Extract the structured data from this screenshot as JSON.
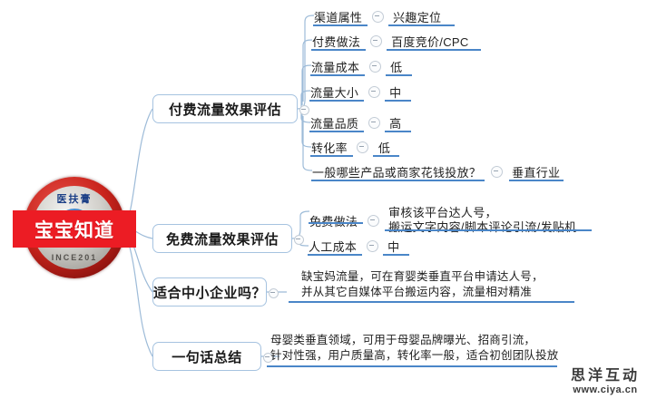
{
  "center": {
    "banner_label": "宝宝知道",
    "badge_top_text": "医扶膏",
    "badge_bottom_text": "INCE201",
    "banner_color": "#ec1c24"
  },
  "theme": {
    "branch_border": "#a6c3e0",
    "underline": "#4a86c8",
    "connector": "#9dbbd8",
    "text": "#1a1a1a"
  },
  "branches": [
    {
      "label": "付费流量效果评估",
      "leaves": [
        {
          "key": "渠道属性",
          "value": "兴趣定位"
        },
        {
          "key": "付费做法",
          "value": "百度竞价/CPC"
        },
        {
          "key": "流量成本",
          "value": "低"
        },
        {
          "key": "流量大小",
          "value": "中"
        },
        {
          "key": "流量品质",
          "value": "高"
        },
        {
          "key": "转化率",
          "value": "低"
        },
        {
          "key": "一般哪些产品或商家花钱投放？",
          "value": "垂直行业"
        }
      ]
    },
    {
      "label": "免费流量效果评估",
      "leaves": [
        {
          "key": "免费做法",
          "value": "审核该平台达人号，\n搬运文字内容/脚本评论引流/发贴机"
        },
        {
          "key": "人工成本",
          "value": "中"
        }
      ]
    },
    {
      "label": "适合中小企业吗？",
      "paragraph": "缺宝妈流量，可在育婴类垂直平台申请达人号，\n并从其它自媒体平台搬运内容，流量相对精准"
    },
    {
      "label": "一句话总结",
      "paragraph": "母婴类垂直领域，可用于母婴品牌曝光、招商引流，\n针对性强，用户质量高，转化率一般，适合初创团队投放"
    }
  ],
  "watermark": {
    "name": "思洋互动",
    "url": "www.ciya.cn"
  }
}
